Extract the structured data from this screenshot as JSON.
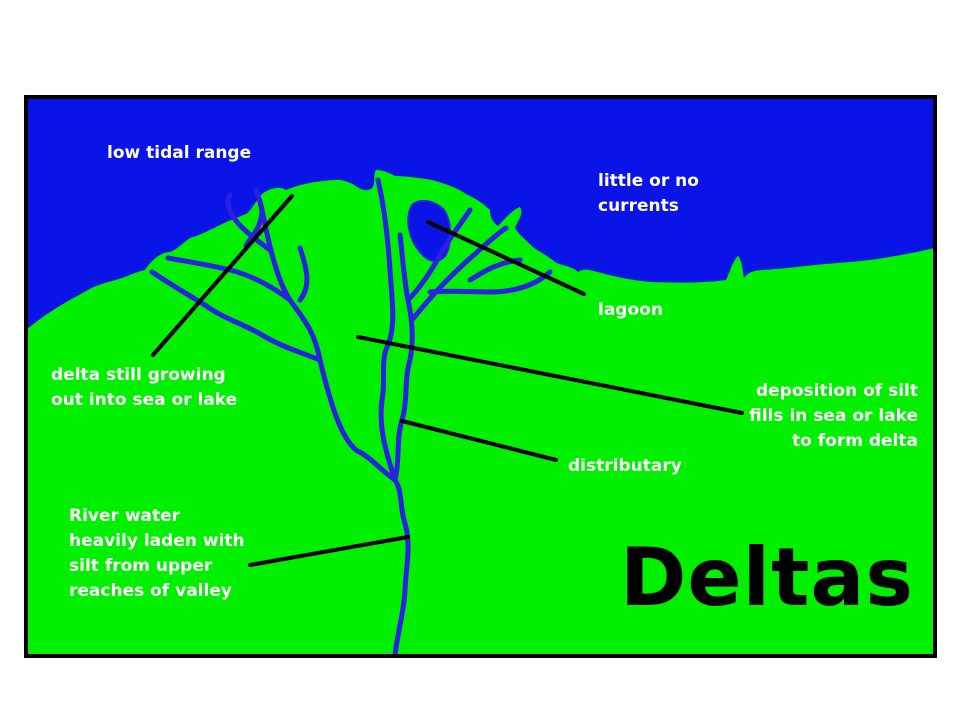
{
  "title": "Deltas",
  "labels": {
    "low_tidal_range": "low tidal range",
    "little_currents": [
      "little or no",
      "currents"
    ],
    "lagoon": "lagoon",
    "delta_growing": [
      "delta still growing",
      "out into sea or lake"
    ],
    "deposition": [
      "deposition of silt",
      "fills in sea or lake",
      "to form delta"
    ],
    "distributary": "distributary",
    "river_water": [
      "River water",
      "heavily laden with",
      "silt from upper",
      "reaches of valley"
    ]
  },
  "colors": {
    "sea": "#0a14e6",
    "land": "#00f000",
    "river": "#2a22e0",
    "border": "#000000",
    "pointer": "#000000"
  }
}
